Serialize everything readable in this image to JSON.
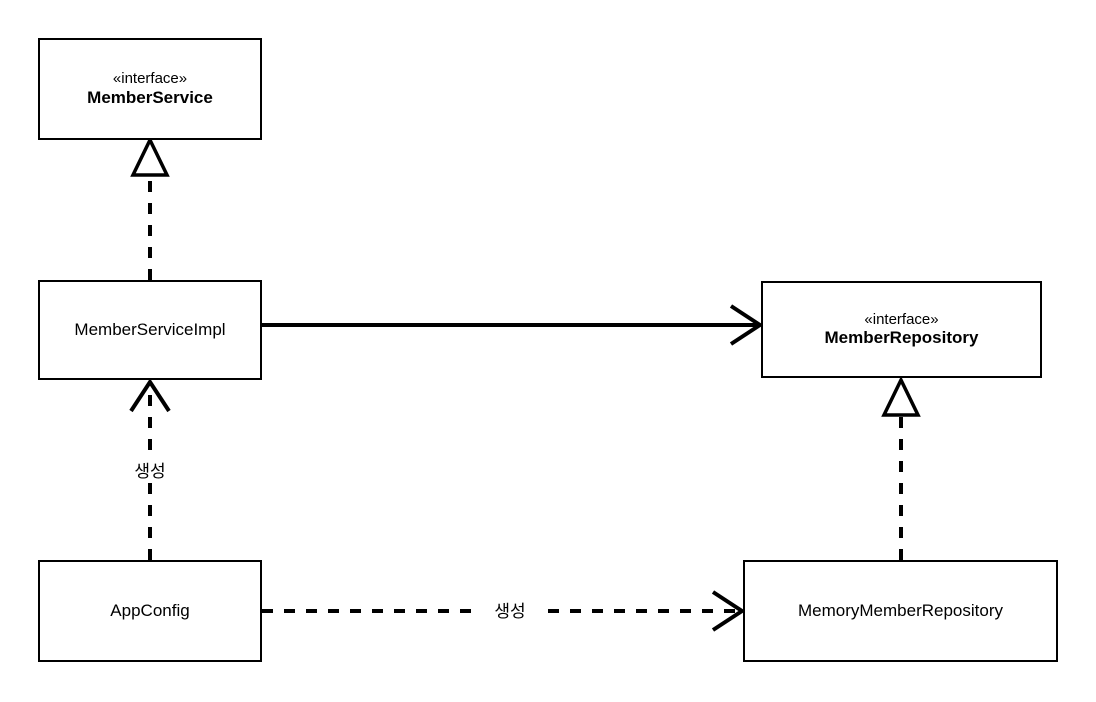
{
  "diagram": {
    "type": "uml-class-diagram",
    "background_color": "#ffffff",
    "line_color": "#000000",
    "nodes": [
      {
        "id": "member-service",
        "stereotype": "«interface»",
        "name": "MemberService",
        "bold": true
      },
      {
        "id": "member-service-impl",
        "stereotype": "",
        "name": "MemberServiceImpl",
        "bold": false
      },
      {
        "id": "member-repository",
        "stereotype": "«interface»",
        "name": "MemberRepository",
        "bold": true
      },
      {
        "id": "app-config",
        "stereotype": "",
        "name": "AppConfig",
        "bold": false
      },
      {
        "id": "memory-member-repository",
        "stereotype": "",
        "name": "MemoryMemberRepository",
        "bold": false
      }
    ],
    "edges": [
      {
        "id": "impl-realizes-service",
        "from": "member-service-impl",
        "to": "member-service",
        "style": "dashed",
        "arrowhead": "hollow-triangle",
        "label": ""
      },
      {
        "id": "impl-uses-repository",
        "from": "member-service-impl",
        "to": "member-repository",
        "style": "solid",
        "arrowhead": "open-v",
        "label": ""
      },
      {
        "id": "memory-realizes-repository",
        "from": "memory-member-repository",
        "to": "member-repository",
        "style": "dashed",
        "arrowhead": "hollow-triangle",
        "label": ""
      },
      {
        "id": "appconfig-creates-impl",
        "from": "app-config",
        "to": "member-service-impl",
        "style": "dashed",
        "arrowhead": "open-v",
        "label": "생성"
      },
      {
        "id": "appconfig-creates-memory-repository",
        "from": "app-config",
        "to": "memory-member-repository",
        "style": "dashed",
        "arrowhead": "open-v",
        "label": "생성"
      }
    ]
  }
}
